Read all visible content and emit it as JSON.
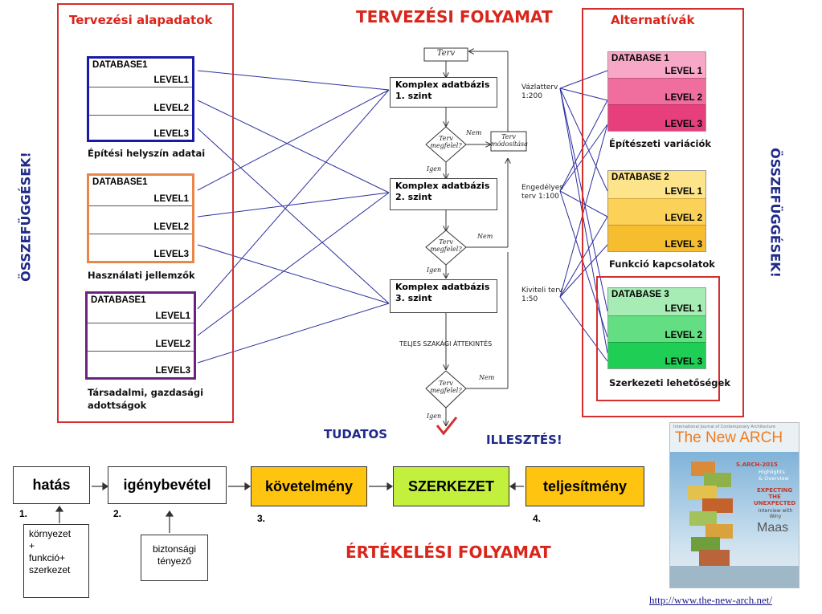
{
  "titles": {
    "planning_process": "TERVEZÉSI FOLYAMAT",
    "evaluation_process": "ÉRTÉKELÉSI FOLYAMAT",
    "tudatos": "TUDATOS",
    "illesztes": "ILLESZTÉS!",
    "osszefuggesek_left": "ÖSSZEFÜGGÉSEK!",
    "osszefuggesek_right": "ÖSSZEFÜGGÉSEK!"
  },
  "left_panel": {
    "title": "Tervezési alapadatok",
    "blocks": [
      {
        "db": "DATABASE1",
        "levels": [
          "LEVEL1",
          "LEVEL2",
          "LEVEL3"
        ],
        "caption": "Építési helyszín adatai",
        "color": "#1a1aa8"
      },
      {
        "db": "DATABASE1",
        "levels": [
          "LEVEL1",
          "LEVEL2",
          "LEVEL3"
        ],
        "caption": "Használati jellemzők",
        "color": "#e8874a"
      },
      {
        "db": "DATABASE1",
        "levels": [
          "LEVEL1",
          "LEVEL2",
          "LEVEL3"
        ],
        "caption": "Társadalmi, gazdasági adottságok",
        "color": "#6b2283"
      }
    ]
  },
  "right_panel": {
    "title": "Alternatívák",
    "blocks": [
      {
        "db": "DATABASE 1",
        "levels": [
          "LEVEL 1",
          "LEVEL 2",
          "LEVEL 3"
        ],
        "caption": "Építészeti variációk",
        "colors": [
          "#f7a8c6",
          "#f06e9e",
          "#e63f7c"
        ]
      },
      {
        "db": "DATABASE 2",
        "levels": [
          "LEVEL 1",
          "LEVEL 2",
          "LEVEL 3"
        ],
        "caption": "Funkció kapcsolatok",
        "colors": [
          "#fde38a",
          "#fbd158",
          "#f6be2e"
        ]
      },
      {
        "db": "DATABASE 3",
        "levels": [
          "LEVEL 1",
          "LEVEL 2",
          "LEVEL 3"
        ],
        "caption": "Szerkezeti lehetőségek",
        "colors": [
          "#a7ecb4",
          "#64de82",
          "#1fcf55"
        ]
      }
    ]
  },
  "flow": {
    "terv": "Terv",
    "boxes": [
      {
        "line1": "Komplex adatbázis",
        "line2": "1. szint"
      },
      {
        "line1": "Komplex adatbázis",
        "line2": "2. szint"
      },
      {
        "line1": "Komplex adatbázis",
        "line2": "3. szint"
      }
    ],
    "decision_line1": "Terv",
    "decision_line2": "megfelel?",
    "modify_line1": "Terv",
    "modify_line2": "módosítása",
    "nem": "Nem",
    "igen": "Igen",
    "review": "TELJES SZAKÁGI ÁTTEKINTÉS",
    "stages": [
      {
        "line1": "Vázlatterv",
        "line2": "1:200"
      },
      {
        "line1": "Engedélyes",
        "line2": "terv  1:100"
      },
      {
        "line1": "Kiviteli terv",
        "line2": "1:50"
      }
    ]
  },
  "evaluation": {
    "boxes": [
      {
        "label": "hatás",
        "color": "#ffffff"
      },
      {
        "label": "igénybevétel",
        "color": "#ffffff"
      },
      {
        "label": "követelmény",
        "color": "#fec40f"
      },
      {
        "label": "SZERKEZET",
        "color": "#c2f03c"
      },
      {
        "label": "teljesítmény",
        "color": "#fec40f"
      }
    ],
    "numbers": [
      "1.",
      "2.",
      "3.",
      "4."
    ],
    "note1": [
      "környezet",
      "+",
      "funkció+",
      "szerkezet"
    ],
    "note2": [
      "biztonsági",
      "tényező"
    ]
  },
  "magazine": {
    "journal": "International Journal of Contemporary Architecture",
    "title": "The New ARCH",
    "subtitle1": "S.ARCH-2015",
    "subtitle2": "Highlights",
    "subtitle3": "& Overview",
    "headline1": "EXPECTING",
    "headline2": "THE",
    "headline3": "UNEXPECTED",
    "interview": "Interview with",
    "name1": "Winy",
    "name2": "Maas"
  },
  "url": "http://www.the-new-arch.net/"
}
